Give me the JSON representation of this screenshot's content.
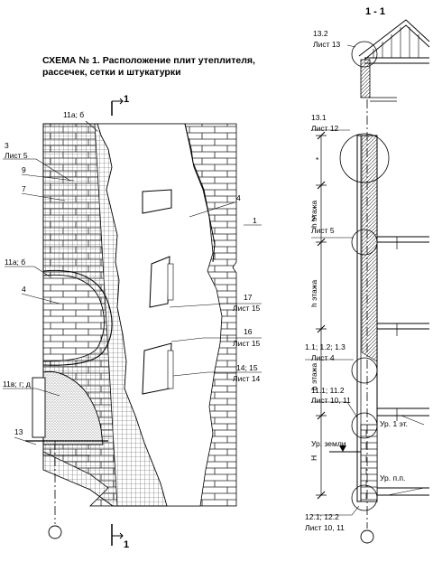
{
  "title": {
    "line1": "СХЕМА № 1. Расположение плит утеплителя,",
    "line2": "рассечек, сетки и штукатурки"
  },
  "section": {
    "label": "1 - 1",
    "cut_mark": "1"
  },
  "facade_callouts": {
    "c_3": "3",
    "c_3_sheet": "Лист 5",
    "c_9": "9",
    "c_7": "7",
    "c_11ab_top": "11а; б",
    "c_11ab_left": "11а; б",
    "c_4_left": "4",
    "c_4_right": "4",
    "c_1": "1",
    "c_17": "17",
    "c_17_sheet": "Лист 15",
    "c_16": "16",
    "c_16_sheet": "Лист 15",
    "c_14_15": "14; 15",
    "c_14_15_sheet": "Лист 14",
    "c_11vgd": "11в; г; д",
    "c_13": "13"
  },
  "section_callouts": {
    "n_13_2": "13.2",
    "n_13_2_sheet": "Лист 13",
    "n_13_1": "13.1",
    "n_13_1_sheet": "Лист 12",
    "n_2": "2",
    "n_2_sheet": "Лист 5",
    "n_1x": "1.1; 1.2; 1.3",
    "n_1x_sheet": "Лист 4",
    "n_11x": "11.1; 11.2",
    "n_11x_sheet": "Лист 10, 11",
    "n_12x": "12.1; 12.2",
    "n_12x_sheet": "Лист 10, 11"
  },
  "dimensions": {
    "star": "*",
    "floor_height": "h этажа",
    "h": "H"
  },
  "levels": {
    "floor1": "Ур. 1 эт.",
    "ground": "Ур. земли",
    "floor": "Ур. п.п."
  }
}
